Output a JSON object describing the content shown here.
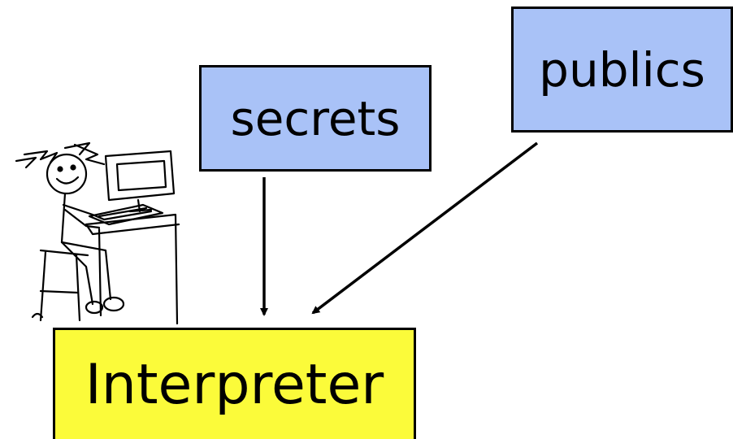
{
  "diagram": {
    "nodes": [
      {
        "id": "secrets",
        "label": "secrets"
      },
      {
        "id": "publics",
        "label": "publics"
      },
      {
        "id": "interpreter",
        "label": "Interpreter"
      }
    ],
    "edges": [
      {
        "from": "secrets",
        "to": "interpreter"
      },
      {
        "from": "publics",
        "to": "interpreter"
      }
    ],
    "colors": {
      "input_box_fill": "#a9c2f7",
      "interpreter_fill": "#fbfb3a",
      "stroke": "#000000"
    },
    "illustration": "person-at-computer-sketch"
  }
}
